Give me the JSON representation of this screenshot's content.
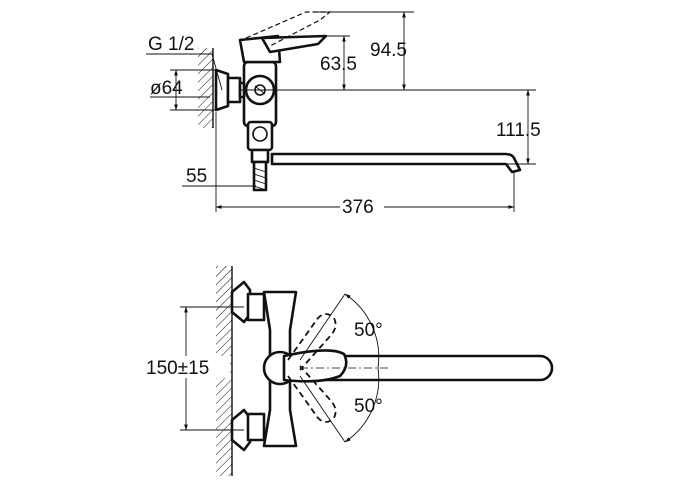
{
  "dimensions": {
    "thread": "G 1/2",
    "diameter": "ø64",
    "height_lever": "94.5",
    "height_body": "63.5",
    "height_outlet": "111.5",
    "height_bottom": "55",
    "spout_length": "376",
    "center_distance": "150±15",
    "angle_up": "50°",
    "angle_down": "50°"
  }
}
